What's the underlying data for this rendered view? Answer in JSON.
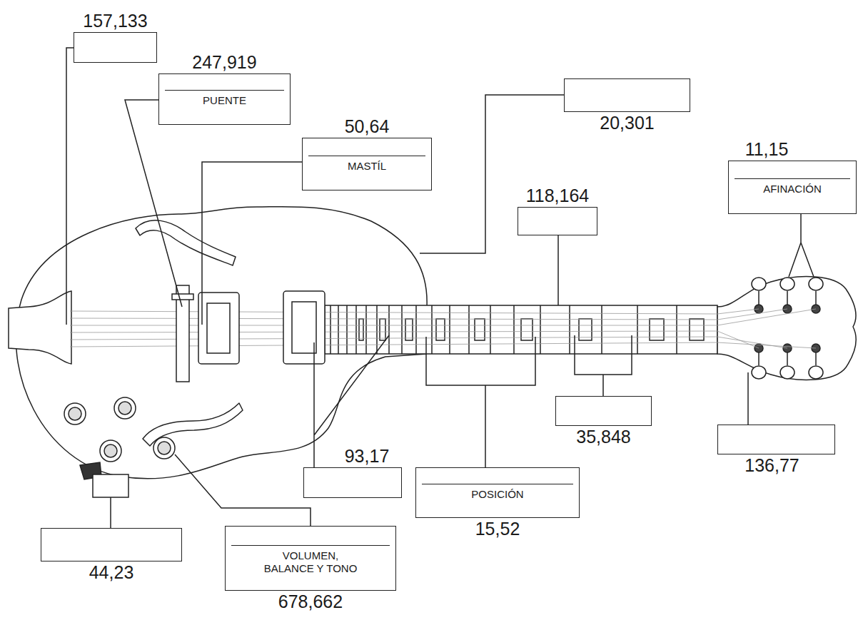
{
  "diagram": {
    "nodes": [
      {
        "text": [
          "157,133"
        ]
      },
      {
        "text": [
          "247,919",
          "PUENTE"
        ]
      },
      {
        "text": [
          "20,301"
        ]
      },
      {
        "text": [
          "50,64",
          "MASTÍL"
        ]
      },
      {
        "text": [
          "11,15",
          "AFINACIÓN"
        ]
      },
      {
        "text": [
          "118,164"
        ]
      },
      {
        "text": [
          "35,848"
        ]
      },
      {
        "text": [
          "136,77"
        ]
      },
      {
        "text": [
          "93,17"
        ]
      },
      {
        "text": [
          "POSICIÓN",
          "15,52"
        ]
      },
      {
        "text": [
          "44,23"
        ]
      },
      {
        "text": [
          "VOLUMEN, BALANCE Y TONO",
          "678,662"
        ]
      }
    ]
  }
}
